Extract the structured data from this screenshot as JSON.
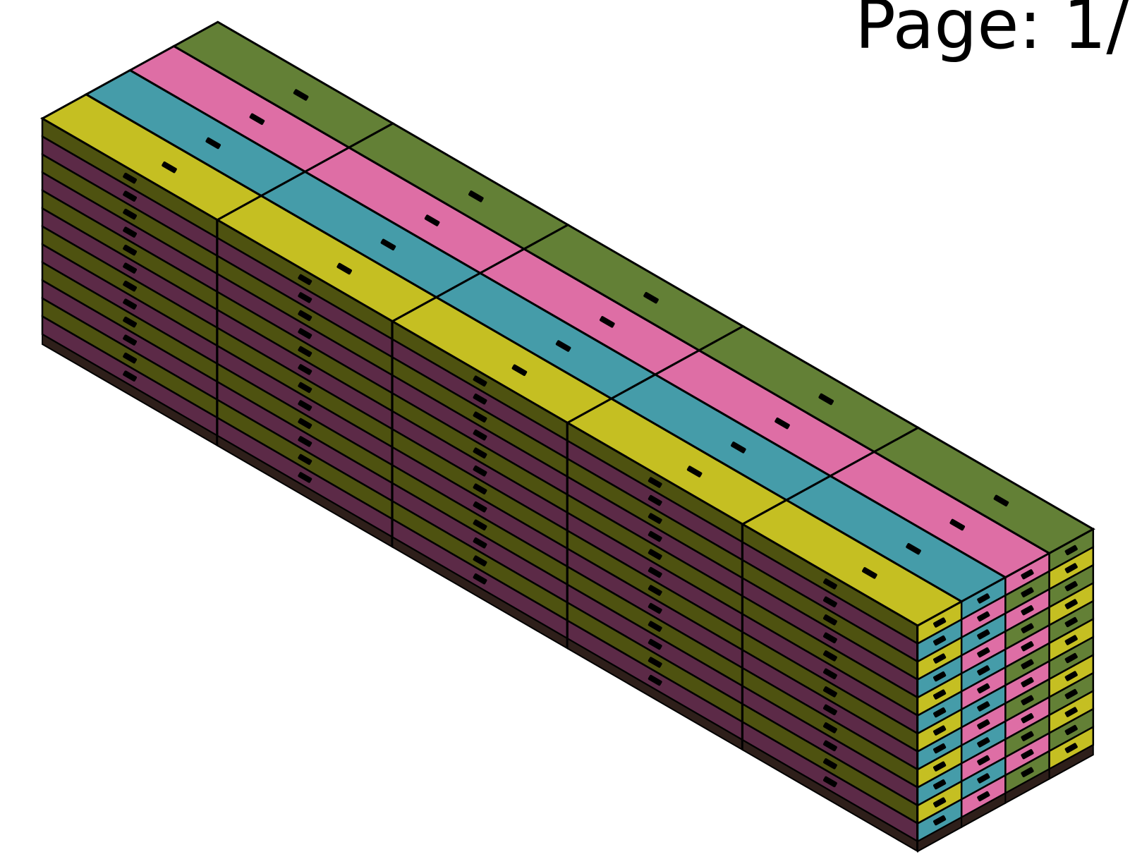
{
  "page_label": "Page: 1/",
  "load": {
    "rows": 4,
    "columns": 5,
    "box_layers": 12,
    "pallet_tiers": 2,
    "front_row": "yellow",
    "row_order_front_to_back": [
      "yellow",
      "teal",
      "pink",
      "green"
    ]
  },
  "colors": {
    "yellow": {
      "top": "#c5bf22",
      "side": "#4e5210",
      "layer_alt": "#5c2a47",
      "end": "#c5bf22"
    },
    "teal": {
      "top": "#459ca9",
      "side": "#4e5210",
      "layer_alt": "#5c2a47",
      "end": "#459ca9"
    },
    "pink": {
      "top": "#de6ea5",
      "side": "#4e5210",
      "layer_alt": "#5c2a47",
      "end": "#de6ea5"
    },
    "green": {
      "top": "#638036",
      "side": "#4e5210",
      "layer_alt": "#5c2a47",
      "end": "#638036"
    },
    "outline": "#000000",
    "pallet": "#2e1f1a"
  }
}
